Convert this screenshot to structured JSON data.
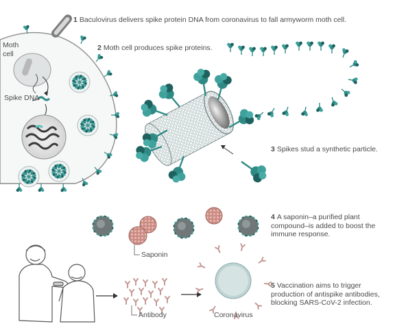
{
  "steps": [
    {
      "num": "1",
      "text": "Baculovirus delivers spike protein DNA from coronavirus to fall armyworm moth cell."
    },
    {
      "num": "2",
      "text": "Moth cell produces spike proteins."
    },
    {
      "num": "3",
      "text": "Spikes stud a synthetic particle."
    },
    {
      "num": "4",
      "text": "A saponin–a purified plant compound–is added to boost the immune response."
    },
    {
      "num": "5",
      "text": "Vaccination aims to trigger production of antispike antibodies, blocking SARS-CoV-2 infection."
    }
  ],
  "labels": {
    "moth_cell": "Moth cell",
    "spike_dna": "Spike DNA",
    "saponin": "Saponin",
    "antibody": "Antibody",
    "coronavirus": "Coronavirus"
  },
  "colors": {
    "teal": "#2f8a86",
    "teal_dark": "#1e615e",
    "saponin": "#c98a82",
    "antibody": "#c49a95",
    "gray": "#8c8c8c"
  }
}
